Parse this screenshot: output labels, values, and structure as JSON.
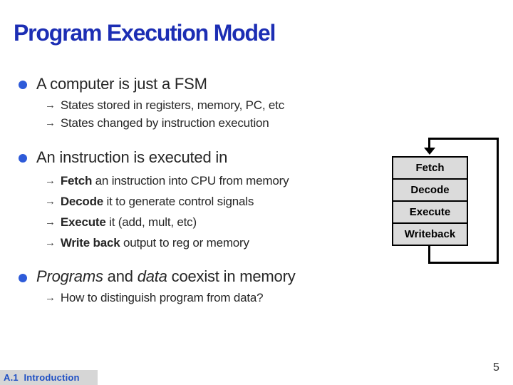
{
  "title": "Program Execution Model",
  "glyphs": {
    "arrow": "→"
  },
  "bullets": {
    "b1": {
      "heading": "A computer is just a FSM",
      "subs": [
        "States stored in registers, memory, PC, etc",
        "States changed by instruction execution"
      ]
    },
    "b2": {
      "heading": "An instruction is executed in",
      "subs": [
        {
          "bold": "Fetch",
          "rest": " an instruction into CPU from memory"
        },
        {
          "bold": "Decode",
          "rest": " it to generate control signals"
        },
        {
          "bold": "Execute",
          "rest": " it (add, mult, etc)"
        },
        {
          "bold": "Write back",
          "rest": " output to reg or memory"
        }
      ]
    },
    "b3": {
      "heading_parts": {
        "em1": "Programs",
        "mid": " and ",
        "em2": "data",
        "tail": " coexist in memory"
      },
      "subs": [
        "How to distinguish program from data?"
      ]
    }
  },
  "diagram": {
    "stages": [
      "Fetch",
      "Decode",
      "Execute",
      "Writeback"
    ]
  },
  "footer": {
    "section": "A.1  Introduction"
  },
  "page_number": "5",
  "colors": {
    "title_blue": "#1c2eb4",
    "bullet_blue": "#2e5bd9",
    "footer_blue": "#1e4fc4",
    "body_text": "#262626",
    "box_fill": "#dbdbdb",
    "footer_bar": "#d6d6d6",
    "diagram_line": "#000000"
  }
}
